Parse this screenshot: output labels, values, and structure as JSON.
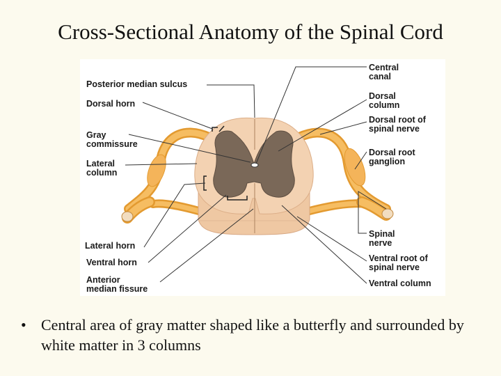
{
  "slide": {
    "title": "Cross-Sectional Anatomy of the Spinal Cord",
    "bullet_marker": "•",
    "bullet_text": "Central area of gray matter shaped like a butterfly and surrounded by white matter in 3 columns"
  },
  "diagram": {
    "labels_left": {
      "posterior_median_sulcus": "Posterior median sulcus",
      "dorsal_horn": "Dorsal horn",
      "gray_commissure_1": "Gray",
      "gray_commissure_2": "commissure",
      "lateral_column_1": "Lateral",
      "lateral_column_2": "column",
      "lateral_horn": "Lateral horn",
      "ventral_horn": "Ventral horn",
      "anterior_median_fissure_1": "Anterior",
      "anterior_median_fissure_2": "median fissure"
    },
    "labels_right": {
      "central_canal_1": "Central",
      "central_canal_2": "canal",
      "dorsal_column_1": "Dorsal",
      "dorsal_column_2": "column",
      "dorsal_root_1": "Dorsal root of",
      "dorsal_root_2": "spinal nerve",
      "dorsal_root_ganglion_1": "Dorsal root",
      "dorsal_root_ganglion_2": "ganglion",
      "spinal_nerve_1": "Spinal",
      "spinal_nerve_2": "nerve",
      "ventral_root_1": "Ventral root of",
      "ventral_root_2": "spinal nerve",
      "ventral_column": "Ventral column"
    },
    "colors": {
      "white_matter": "#f3d2b2",
      "gray_matter": "#7a6858",
      "nerve": "#f0a83c",
      "leader_line": "#333333"
    }
  }
}
